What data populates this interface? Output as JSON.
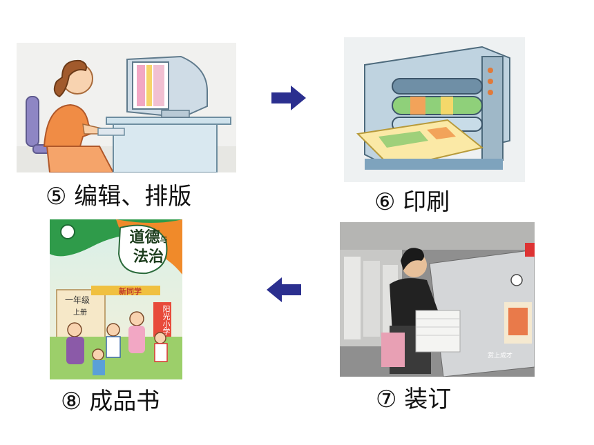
{
  "steps": [
    {
      "number": "⑤",
      "label": "编辑、排版"
    },
    {
      "number": "⑥",
      "label": "印刷"
    },
    {
      "number": "⑦",
      "label": "装订"
    },
    {
      "number": "⑧",
      "label": "成品书"
    }
  ],
  "book": {
    "title_line1": "道德",
    "title_small": "与",
    "title_line2": "法治",
    "grade": "一年级",
    "volume": "上册",
    "banner": "新同学",
    "school_sign": "阳光小学"
  },
  "watermark": "赏上成才",
  "colors": {
    "arrow": "#2b2f8f",
    "background": "#ffffff"
  }
}
